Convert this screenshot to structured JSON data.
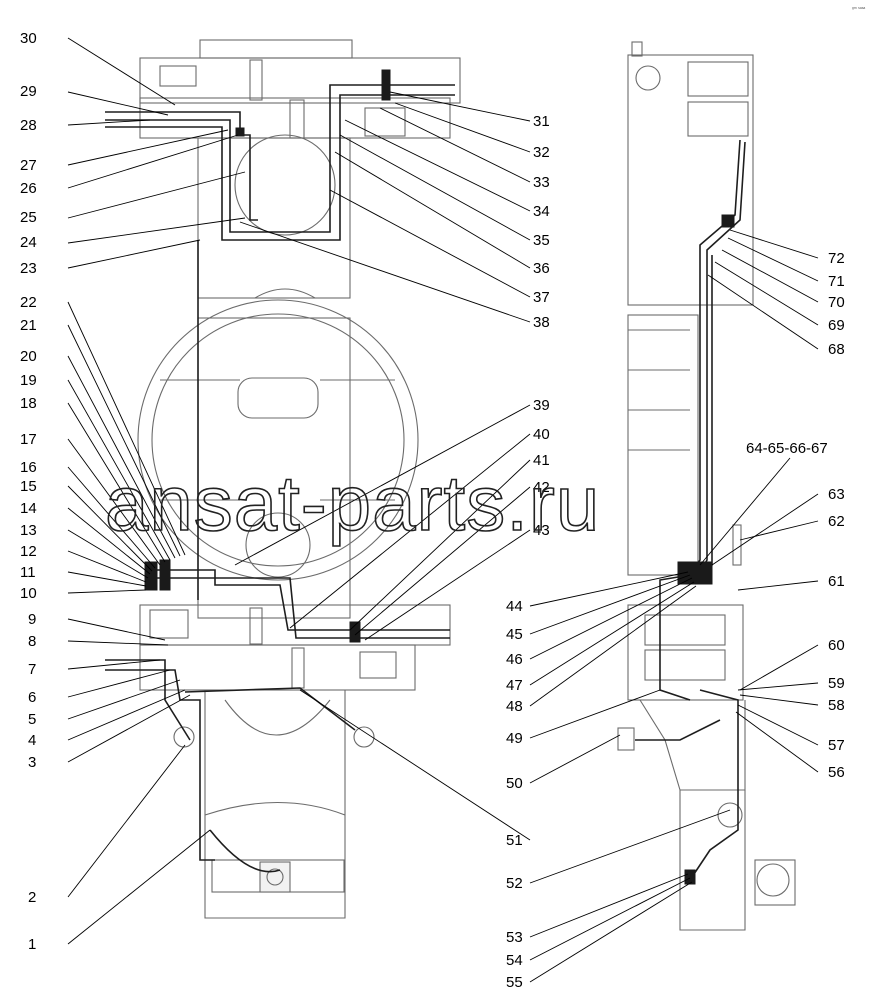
{
  "corner_mark": "ᵍᵐ ˢᵃˢᵃ",
  "watermark": "ansat-parts.ru",
  "callouts_left": [
    "30",
    "29",
    "28",
    "27",
    "26",
    "25",
    "24",
    "23",
    "22",
    "21",
    "20",
    "19",
    "18",
    "17",
    "16",
    "15",
    "14",
    "13",
    "12",
    "11",
    "10",
    "9",
    "8",
    "7",
    "6",
    "5",
    "4",
    "3",
    "2",
    "1"
  ],
  "callouts_middle": [
    "31",
    "32",
    "33",
    "34",
    "35",
    "36",
    "37",
    "38",
    "39",
    "40",
    "41",
    "42",
    "43",
    "44",
    "45",
    "46",
    "47",
    "48",
    "49",
    "50",
    "51",
    "52",
    "53",
    "54",
    "55"
  ],
  "callouts_right": [
    "72",
    "71",
    "70",
    "69",
    "68",
    "64-65-66-67",
    "63",
    "62",
    "61",
    "60",
    "59",
    "58",
    "57",
    "56"
  ]
}
